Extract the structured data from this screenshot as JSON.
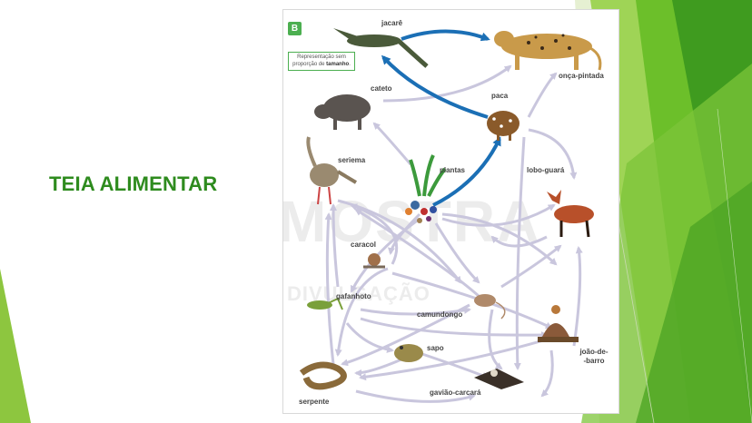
{
  "slide": {
    "title": "TEIA ALIMENTAR"
  },
  "figure": {
    "badge": "B",
    "note": "Representação sem proporção de tamanho.",
    "note_emphasis": "tamanho",
    "watermark_words": [
      "MOSTRA",
      "DIVULGAÇÃO"
    ],
    "organisms": {
      "jacare": "jacarê",
      "onca": "onça-pintada",
      "cateto": "cateto",
      "paca": "paca",
      "seriema": "seriema",
      "plantas": "plantas",
      "lobo": "lobo-guará",
      "caracol": "caracol",
      "gafanhoto": "gafanhoto",
      "camundongo": "camundongo",
      "sapo": "sapo",
      "joao": "joão-de-\n-barro",
      "serpente": "serpente",
      "gaviao": "gavião-carcará"
    }
  },
  "colors": {
    "title_green": "#2e8b1e",
    "highlight_arrow": "#1b6fb5",
    "arrow": "#c9c6dd",
    "accent_green": "#6cbf2a"
  }
}
